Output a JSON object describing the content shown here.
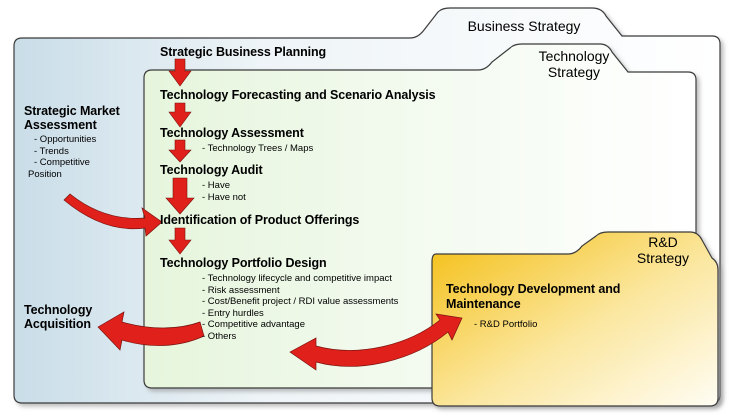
{
  "folders": {
    "business": {
      "title": "Business Strategy"
    },
    "technology": {
      "title_lines": [
        "Technology",
        "Strategy"
      ]
    },
    "rd": {
      "title_lines": [
        "R&D",
        "Strategy"
      ]
    }
  },
  "left": {
    "market_title": [
      "Strategic Market",
      "Assessment"
    ],
    "market_items": [
      "- Opportunities",
      "- Trends",
      "- Competitive",
      "Position"
    ],
    "acquisition_title": [
      "Technology",
      "Acquisition"
    ]
  },
  "flow": {
    "planning": "Strategic Business Planning",
    "forecasting": "Technology Forecasting and Scenario Analysis",
    "assessment": "Technology Assessment",
    "assessment_items": [
      "- Technology Trees / Maps"
    ],
    "audit": "Technology Audit",
    "audit_items": [
      "- Have",
      "- Have not"
    ],
    "offerings": "Identification of Product Offerings",
    "portfolio": "Technology Portfolio Design",
    "portfolio_items": [
      "- Technology lifecycle and competitive impact",
      "- Risk assessment",
      "- Cost/Benefit project  /  RDI value assessments",
      "- Entry hurdles",
      "- Competitive advantage",
      "- Others"
    ]
  },
  "rd": {
    "title": [
      "Technology Development and",
      "Maintenance"
    ],
    "items": [
      "- R&D Portfolio"
    ]
  },
  "colors": {
    "business_fill": "#d6e6ee",
    "technology_fill": "#e6f5dc",
    "rd_fill": "#f7c51c",
    "arrow_red": "#e0201a"
  }
}
